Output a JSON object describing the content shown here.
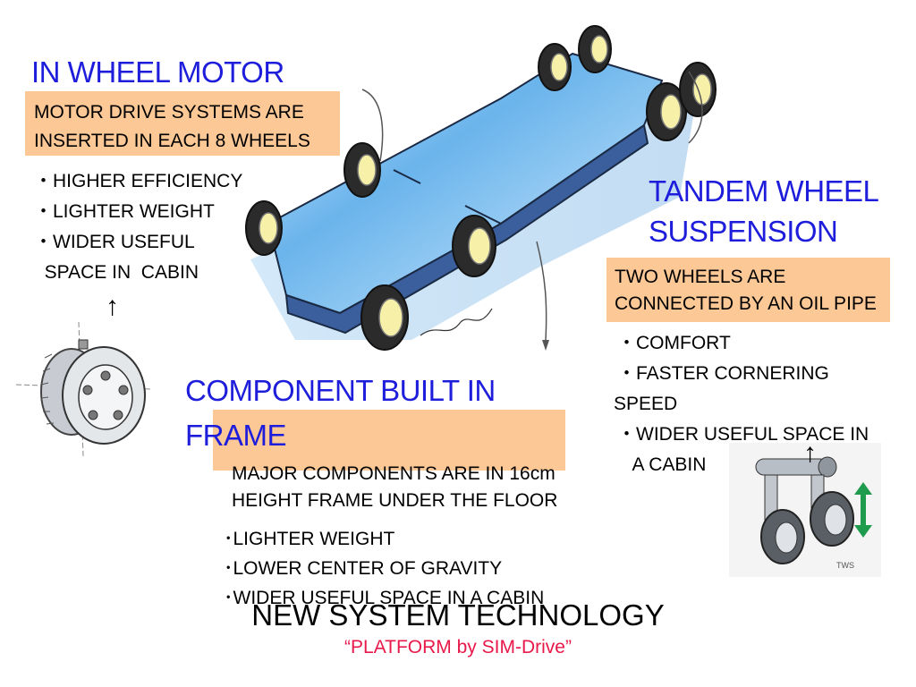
{
  "in_wheel": {
    "title": "IN WHEEL MOTOR",
    "box_lines": [
      "MOTOR DRIVE SYSTEMS ARE",
      "INSERTED IN EACH 8 WHEELS"
    ],
    "bullets": [
      "・HIGHER EFFICIENCY",
      "・LIGHTER WEIGHT",
      "・WIDER USEFUL",
      "  SPACE IN  CABIN"
    ],
    "arrow": "↑"
  },
  "tandem": {
    "title_lines": [
      "TANDEM WHEEL",
      "SUSPENSION"
    ],
    "box_lines": [
      "TWO WHEELS ARE",
      "CONNECTED BY AN OIL PIPE"
    ],
    "bullets": [
      "・COMFORT",
      "・FASTER CORNERING",
      "SPEED",
      "・WIDER USEFUL SPACE IN",
      "  A CABIN"
    ],
    "arrow": "↑"
  },
  "component": {
    "title_lines": [
      "COMPONENT BUILT IN",
      "FRAME"
    ],
    "desc_lines": [
      "MAJOR COMPONENTS ARE IN 16cm",
      "HEIGHT FRAME UNDER THE FLOOR"
    ],
    "bullets": [
      "･LIGHTER WEIGHT",
      "･LOWER CENTER OF GRAVITY",
      "･WIDER USEFUL SPACE IN A CABIN"
    ]
  },
  "footer": {
    "title": "NEW SYSTEM TECHNOLOGY",
    "subtitle": "“PLATFORM by SIM-Drive”"
  },
  "colors": {
    "title_blue": "#1d1ddb",
    "box_peach": "#fcc896",
    "subtitle_red": "#e8194a",
    "chassis_blue": "#5aa8e6"
  }
}
